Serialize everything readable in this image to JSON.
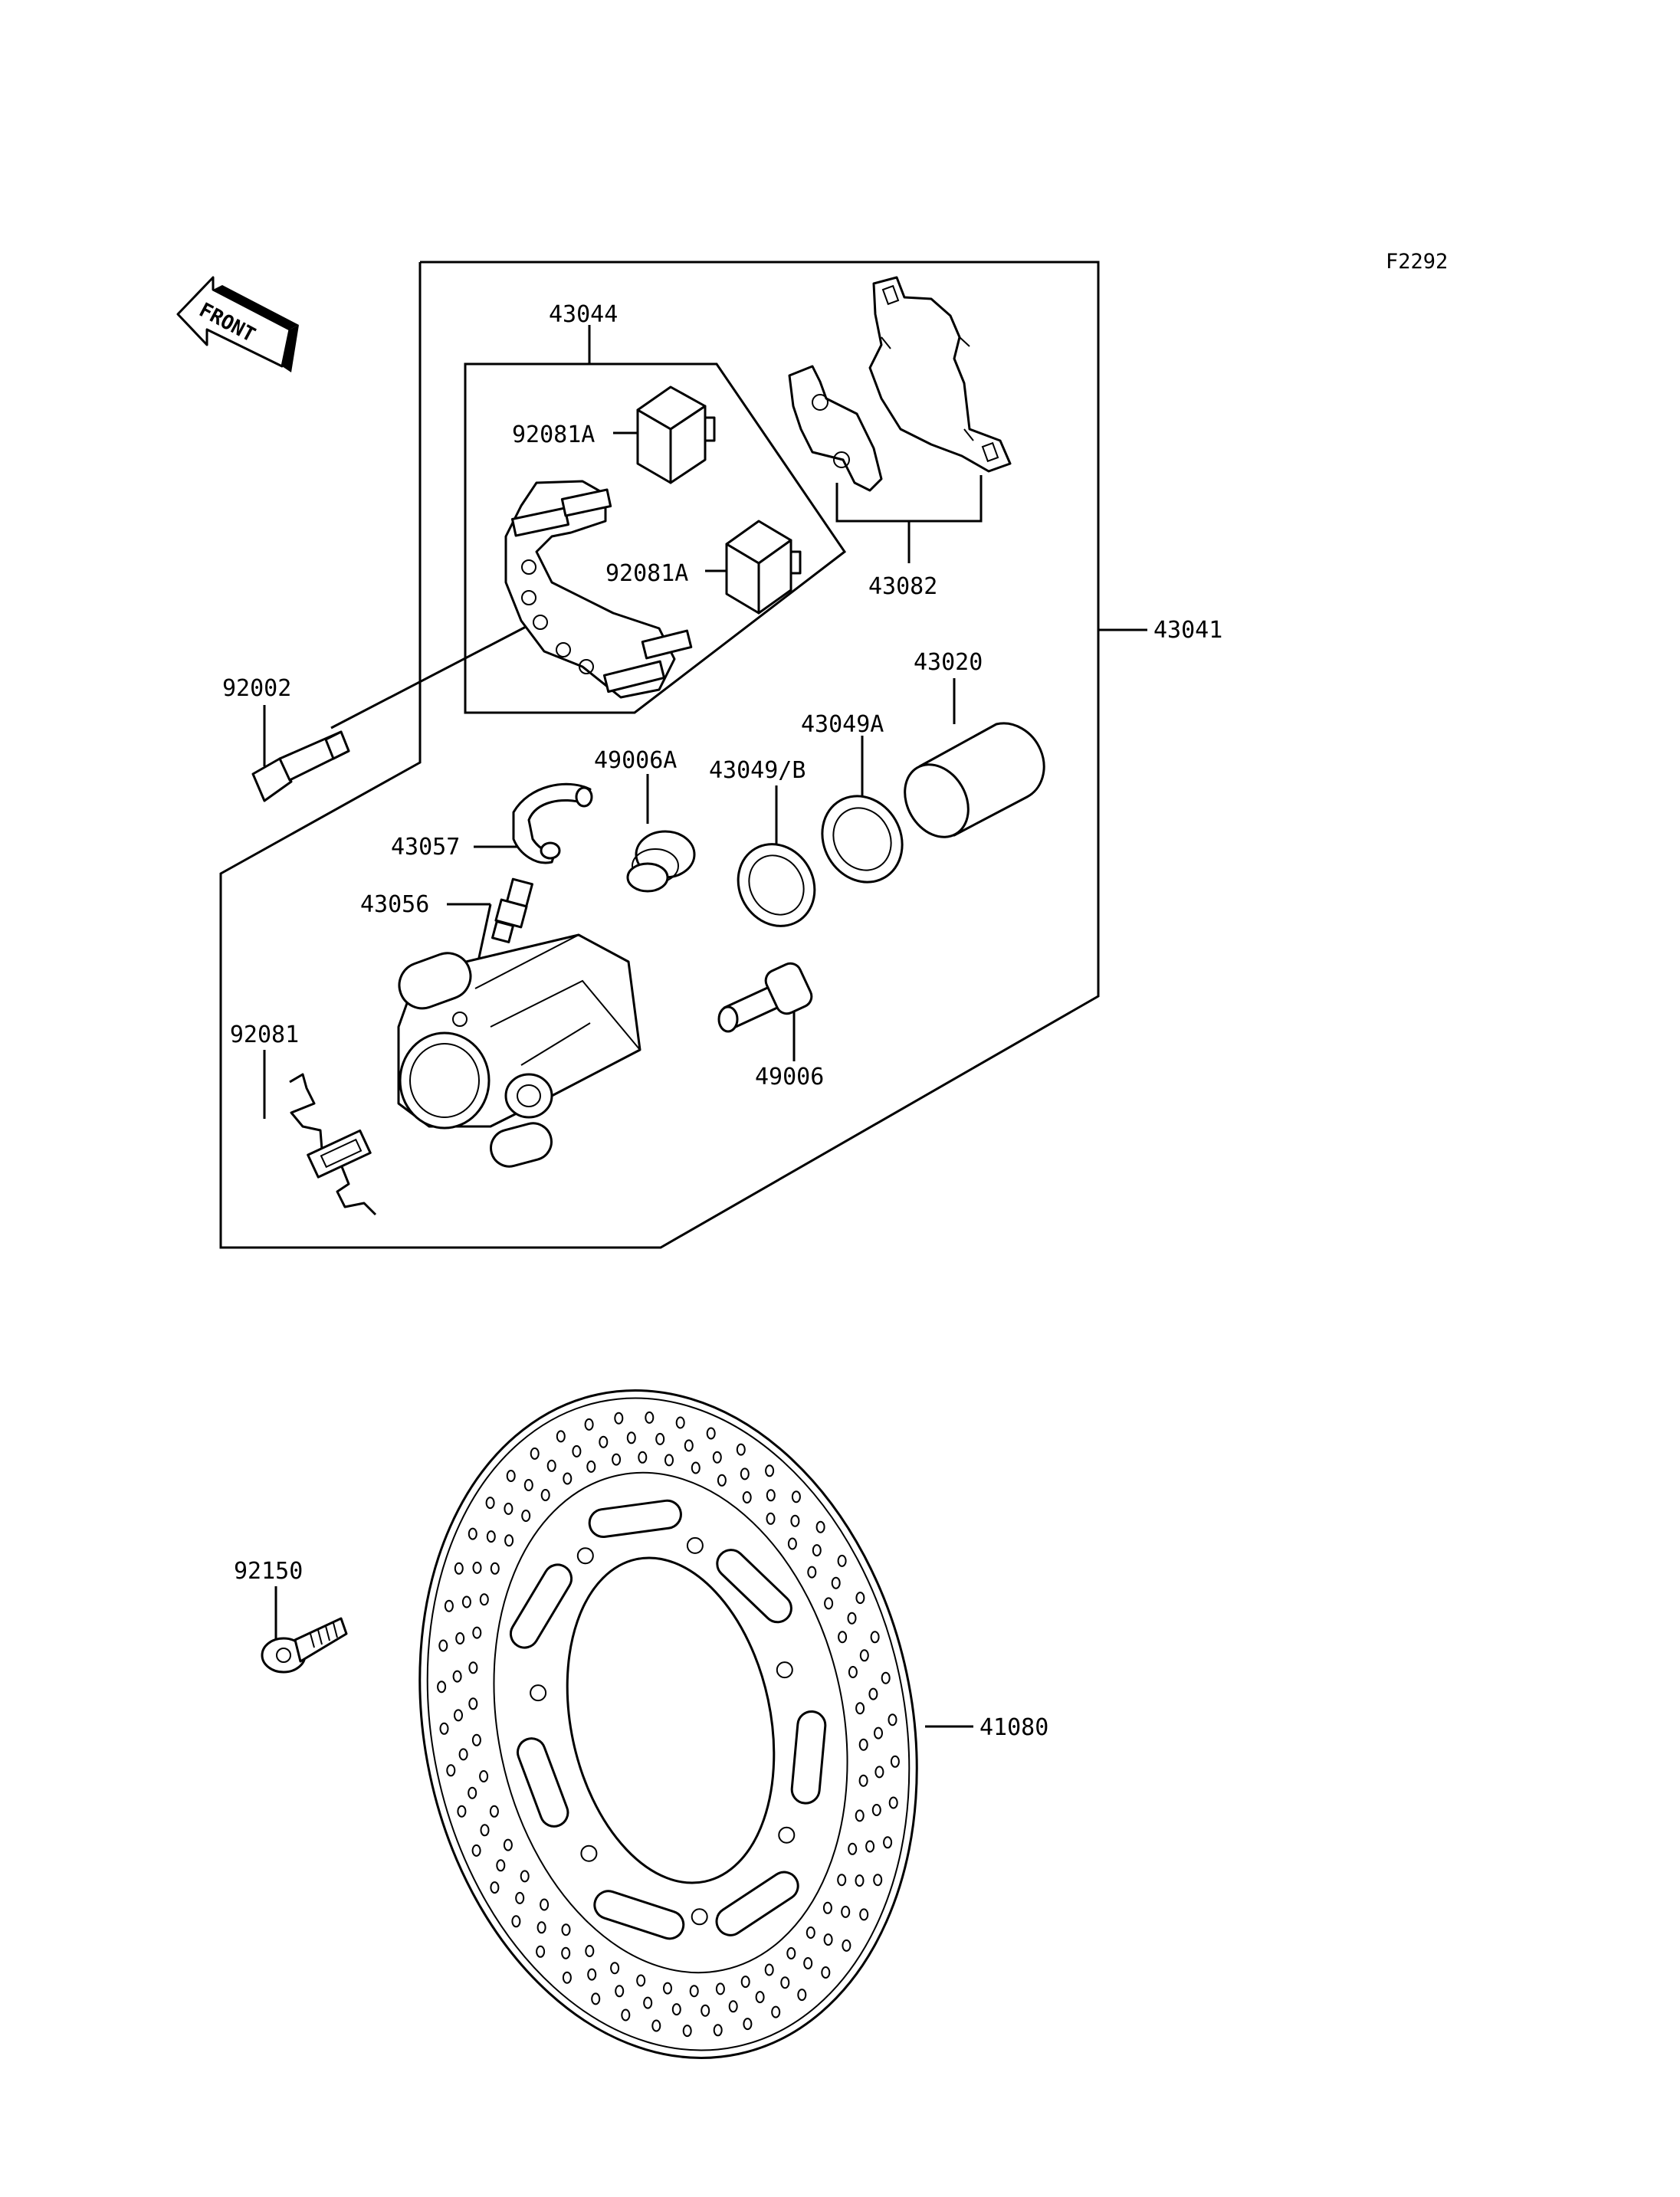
{
  "figure_code": "F2292",
  "front_arrow_label": "FRONT",
  "callouts": {
    "p43044": "43044",
    "p92081A_1": "92081A",
    "p92081A_2": "92081A",
    "p43082": "43082",
    "p43041": "43041",
    "p43020": "43020",
    "p43049A": "43049A",
    "p43049B": "43049/B",
    "p49006A": "49006A",
    "p92002": "92002",
    "p43057": "43057",
    "p43056": "43056",
    "p92081": "92081",
    "p49006": "49006",
    "p92150": "92150",
    "p41080": "41080"
  }
}
